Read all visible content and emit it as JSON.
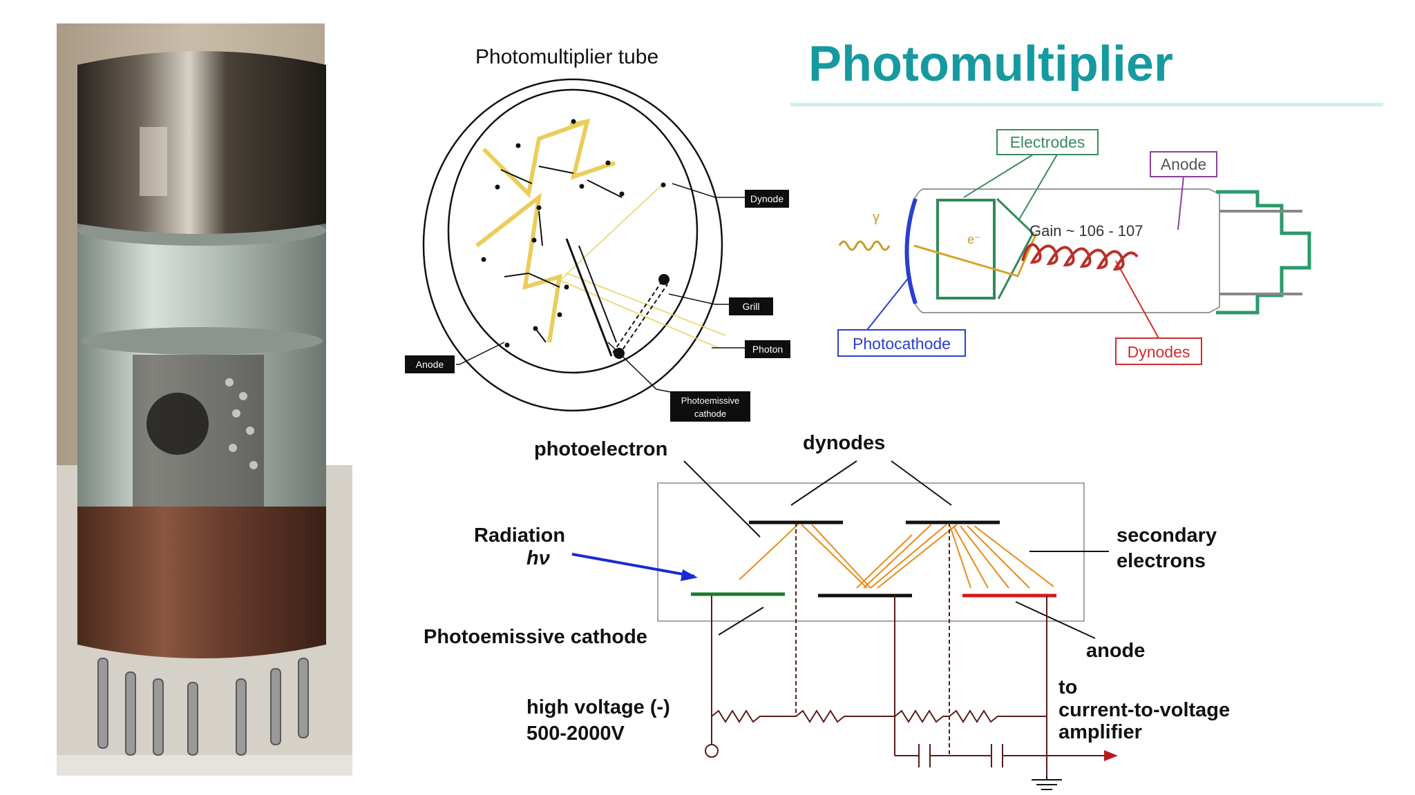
{
  "slide": {
    "title": "Photomultiplier",
    "accent_color": "#169aa0"
  },
  "photo": {
    "description_icon": "photomultiplier-tube-photo"
  },
  "tube_diagram": {
    "title": "Photomultiplier tube",
    "labels": {
      "dynode": "Dynode",
      "grill": "Grill",
      "photon": "Photon",
      "anode": "Anode",
      "cathode_line1": "Photoemissive",
      "cathode_line2": "cathode"
    }
  },
  "schematic": {
    "electrodes": "Electrodes",
    "anode": "Anode",
    "photocathode": "Photocathode",
    "dynodes": "Dynodes",
    "gamma": "γ",
    "electron": "e⁻",
    "gain": "Gain ~ 106 - 107",
    "colors": {
      "electrodes": "#3a8a5c",
      "anode": "#8a3fa0",
      "photocathode": "#2a3fcf",
      "dynodes": "#d22a2a"
    }
  },
  "circuit": {
    "photoelectron": "photoelectron",
    "dynodes": "dynodes",
    "radiation": "Radiation",
    "hv": "hν",
    "secondary_line1": "secondary",
    "secondary_line2": "electrons",
    "photoemissive_cathode": "Photoemissive cathode",
    "anode": "anode",
    "hv_line1": "high voltage (-)",
    "hv_line2": "500-2000V",
    "to_line1": "to",
    "to_line2": "current-to-voltage",
    "to_line3": "amplifier"
  }
}
